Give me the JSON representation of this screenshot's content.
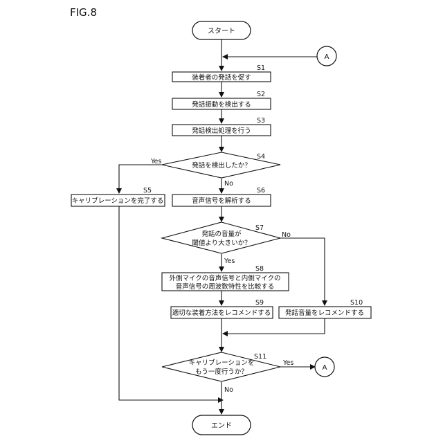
{
  "figure_label": "FIG.8",
  "terminals": {
    "start": "スタート",
    "end": "エンド"
  },
  "connector": "A",
  "steps": {
    "s1": {
      "id": "S1",
      "text": "装着者の発話を促す"
    },
    "s2": {
      "id": "S2",
      "text": "発話振動を検出する"
    },
    "s3": {
      "id": "S3",
      "text": "発話検出処理を行う"
    },
    "s4": {
      "id": "S4",
      "text": "発話を検出したか？"
    },
    "s5": {
      "id": "S5",
      "text": "キャリブレーションを完了する"
    },
    "s6": {
      "id": "S6",
      "text": "音声信号を解析する"
    },
    "s7": {
      "id": "S7",
      "line1": "発話の音量が",
      "line2": "閾値より大きいか？"
    },
    "s8": {
      "id": "S8",
      "line1": "外側マイクの音声信号と内側マイクの",
      "line2": "音声信号の周波数特性を比較する"
    },
    "s9": {
      "id": "S9",
      "text": "適切な装着方法をレコメンドする"
    },
    "s10": {
      "id": "S10",
      "text": "発話音量をレコメンドする"
    },
    "s11": {
      "id": "S11",
      "line1": "キャリブレーションを",
      "line2": "もう一度行うか？"
    }
  },
  "edges": {
    "yes": "Yes",
    "no": "No"
  }
}
